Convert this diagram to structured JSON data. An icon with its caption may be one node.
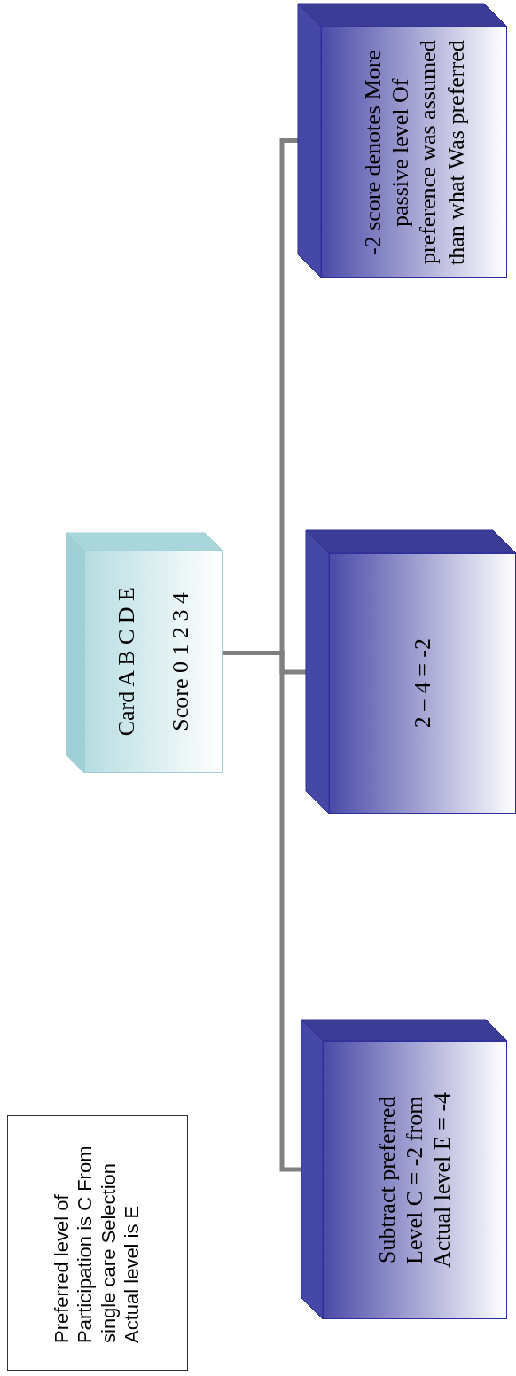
{
  "diagram": {
    "nodes": [
      {
        "text": [
          "Preferred level of Participation is C From single care Selection Actual level is E"
        ]
      },
      {
        "text": [
          "Card A B C D E",
          "Score 0 1 2 3 4"
        ]
      },
      {
        "text": [
          "Subtract preferred Level C = -2 from Actual level E = -4"
        ]
      },
      {
        "text": [
          "2 – 4 = -2"
        ]
      },
      {
        "text": [
          "-2 score denotes More passive level Of preference was assumed than what Was preferred"
        ]
      }
    ],
    "edges": [
      {
        "from": 1,
        "to": 2,
        "arrow": "none"
      },
      {
        "from": 1,
        "to": 3,
        "arrow": "none"
      },
      {
        "from": 1,
        "to": 4,
        "arrow": "none"
      }
    ]
  }
}
